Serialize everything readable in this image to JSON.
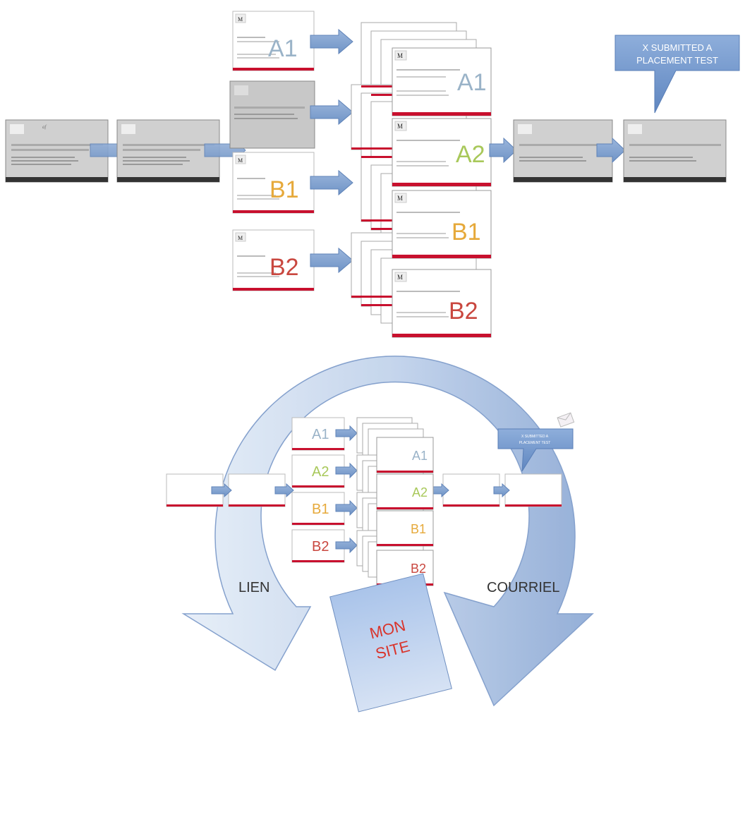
{
  "top_flow": {
    "callout": {
      "line1": "X SUBMITTED A",
      "line2": "PLACEMENT TEST"
    },
    "levels": [
      {
        "code": "A1",
        "color": "#9ab3c8"
      },
      {
        "code": "B1",
        "color": "#e6a93a"
      },
      {
        "code": "B2",
        "color": "#c9473f"
      }
    ],
    "stack_levels": [
      {
        "code": "A1",
        "color": "#9ab3c8"
      },
      {
        "code": "A2",
        "color": "#a8c85a"
      },
      {
        "code": "B1",
        "color": "#e6a93a"
      },
      {
        "code": "B2",
        "color": "#c9473f"
      }
    ]
  },
  "bottom_flow": {
    "levels": [
      {
        "code": "A1",
        "color": "#9ab3c8"
      },
      {
        "code": "A2",
        "color": "#a8c85a"
      },
      {
        "code": "B1",
        "color": "#e6a93a"
      },
      {
        "code": "B2",
        "color": "#c9473f"
      }
    ],
    "callout": {
      "line1": "X SUBMITTED A",
      "line2": "PLACEMENT TEST"
    },
    "lien_label": "LIEN",
    "courriel_label": "COURRIEL",
    "mon_site": {
      "line1": "MON",
      "line2": "SITE"
    }
  },
  "colors": {
    "arrow_blue": "#7ea1cf",
    "circle_blue": "#c4d3ea",
    "accent_red": "#c8102e"
  }
}
